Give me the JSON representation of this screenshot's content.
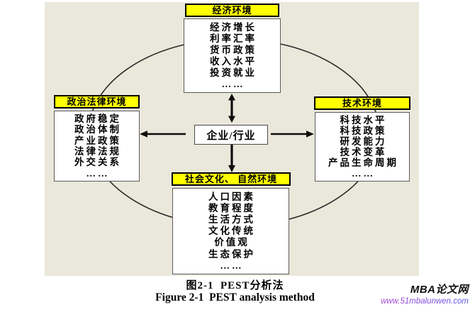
{
  "diagram": {
    "center_label": "企业/行业",
    "nodes": {
      "economic": {
        "title": "经济环境",
        "items": [
          "经济增长",
          "利率汇率",
          "货币政策",
          "收入水平",
          "投资就业",
          "……"
        ]
      },
      "political_legal": {
        "title": "政治法律环境",
        "items": [
          "政府稳定",
          "政治体制",
          "产业政策",
          "法律法规",
          "外交关系",
          "……"
        ]
      },
      "technological": {
        "title": "技术环境",
        "items": [
          "科技水平",
          "科技政策",
          "研发能力",
          "技术变革",
          "产品生命周期",
          "……"
        ]
      },
      "social_natural": {
        "title": "社会文化、 自然环境",
        "items": [
          "人口因素",
          "教育程度",
          "生活方式",
          "文化传统",
          "价值观",
          "生态保护",
          "……"
        ]
      }
    },
    "colors": {
      "panel_bg": "#EAE8DB",
      "header_bg": "#FFFF00",
      "box_bg": "#FFFFFF",
      "line": "#1a1a1a"
    }
  },
  "caption": {
    "title_zh": "图2-1  PEST分析法",
    "title_en": "Figure 2-1  PEST analysis method"
  },
  "watermark": {
    "site_name": "MBA论文网",
    "site_url": "www.51mbalunwen.com",
    "url_color_from": "#E43BD2",
    "url_color_to": "#5B55E6"
  }
}
